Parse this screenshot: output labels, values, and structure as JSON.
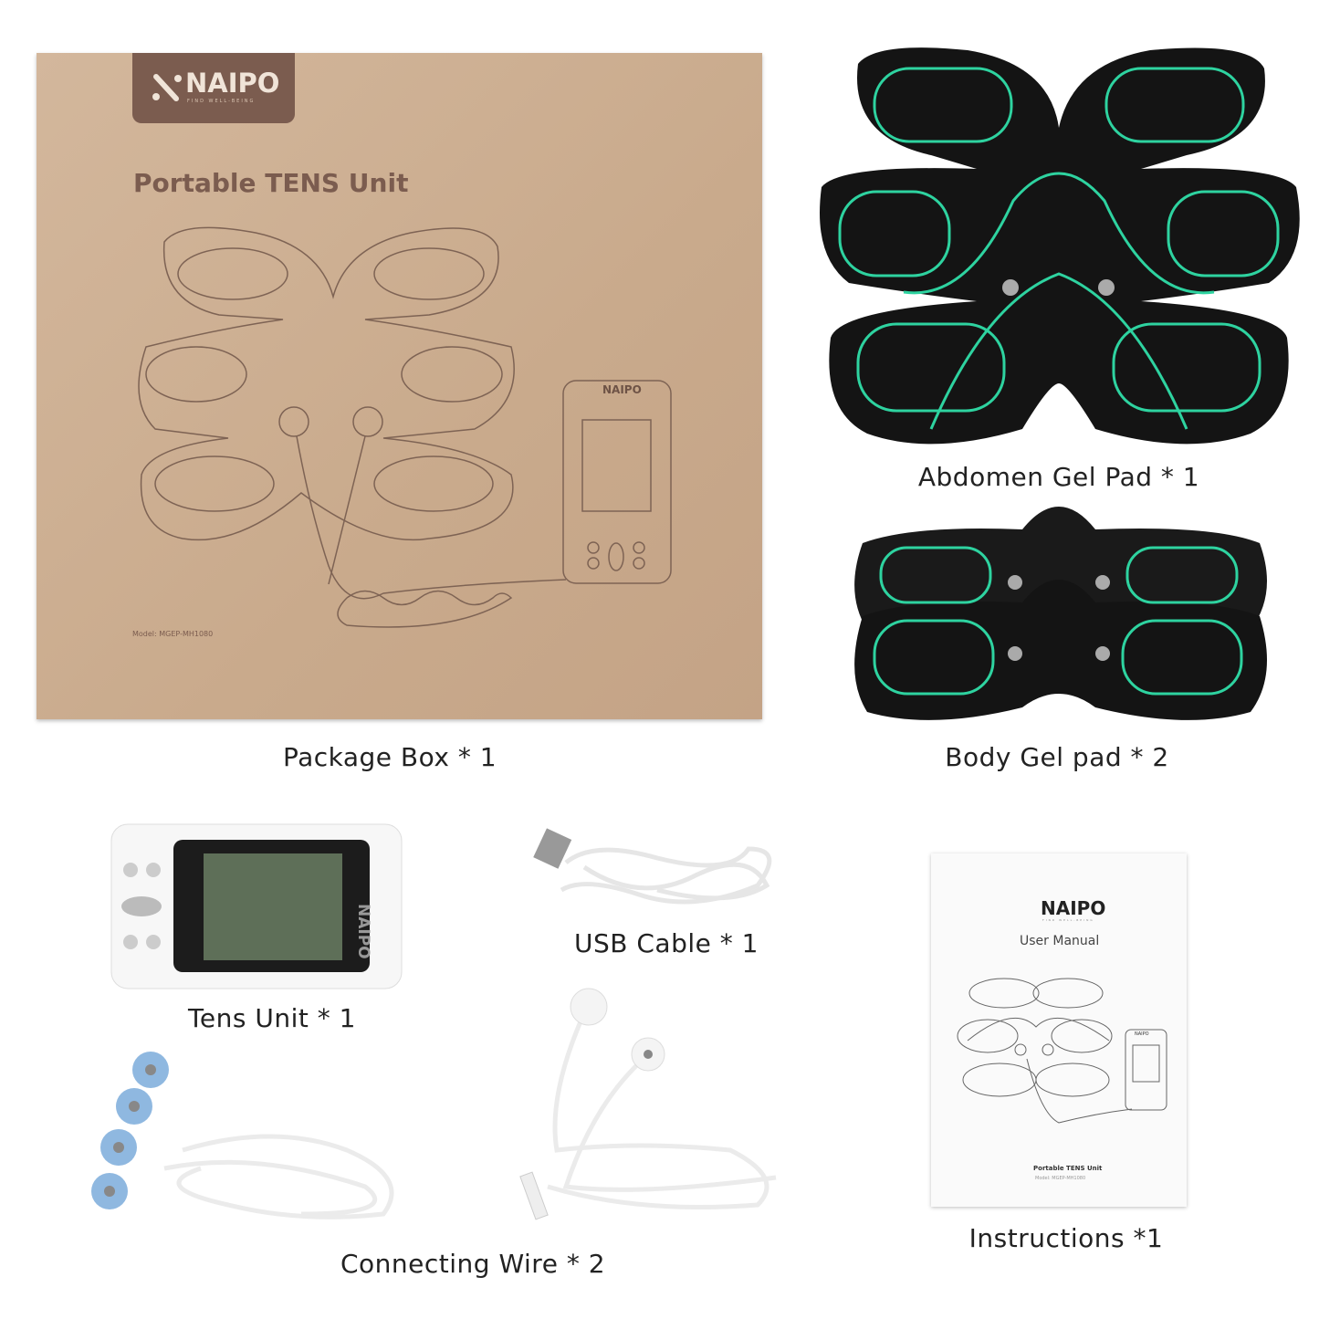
{
  "package_box": {
    "brand": "NAIPO",
    "tagline": "FIND WELL-BEING",
    "title": "Portable TENS Unit",
    "model": "Model: MGEP-MH1080",
    "device_brand": "NAIPO"
  },
  "tens_unit": {
    "brand": "NAIPO"
  },
  "manual": {
    "brand": "NAIPO",
    "tagline": "FIND WELL-BEING",
    "subtitle": "User Manual",
    "device_brand": "NAIPO",
    "footer_title": "Portable TENS Unit",
    "footer_model": "Model: MGEP-MH1080"
  },
  "labels": {
    "package_box": "Package Box * 1",
    "abdomen_pad": "Abdomen Gel Pad * 1",
    "body_pad": "Body Gel pad * 2",
    "tens_unit": "Tens Unit * 1",
    "usb_cable": "USB Cable * 1",
    "instructions": "Instructions *1",
    "connecting_wire": "Connecting Wire * 2"
  },
  "colors": {
    "box": "#cbad90",
    "badge": "#7b5c4f",
    "pad": "#151515",
    "pad_line": "#2ed3a0",
    "lcd": "#5e6f58",
    "connector": "#8fb8e0"
  }
}
